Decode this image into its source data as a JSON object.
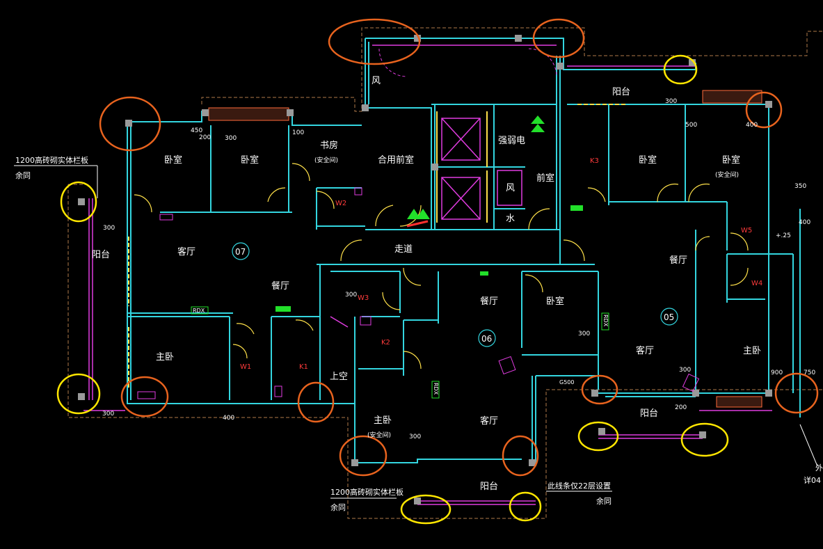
{
  "rooms": {
    "bedroom": "卧室",
    "study": "书房",
    "study_safe": "(安全间)",
    "shared_hall": "合用前室",
    "weak_elec": "强弱电",
    "front_room": "前室",
    "wind": "风",
    "water": "水",
    "corridor": "走道",
    "living": "客厅",
    "dining": "餐厅",
    "balcony": "阳台",
    "master": "主卧",
    "master_safe_a": "主卧",
    "master_safe_b": "(安全间)",
    "bedroom_safe_b": "(安全间)",
    "void": "上空"
  },
  "units": [
    "07",
    "06",
    "05"
  ],
  "marks": {
    "w1": "W1",
    "w2": "W2",
    "w3": "W3",
    "w4": "W4",
    "w5": "W5",
    "k1": "K1",
    "k2": "K2",
    "k3": "K3"
  },
  "dims": {
    "d300": "300",
    "d200": "200",
    "d100": "100",
    "d400": "400",
    "d500": "500",
    "d900": "900",
    "d750": "750",
    "d350": "350",
    "d450": "450",
    "d125": "+.25"
  },
  "tags": {
    "rdx": "RDX",
    "g_label": "G500"
  },
  "notes": {
    "rail_left_1": "1200高砖砌实体栏板",
    "rail_left_2": "余同",
    "rail_bottom_1": "1200高砖砌实体栏板",
    "rail_bottom_2": "余同",
    "floor_note_1": "此线条仅22层设置",
    "floor_note_2": "余同",
    "right_edge_1": "外",
    "right_edge_2": "详04"
  },
  "colors": {
    "wall": "#33d6e0",
    "magenta": "#e03ce0",
    "yellow": "#ffe14a",
    "orange_mark": "#e8631e",
    "yellow_mark": "#ffe600",
    "green": "#22e02a",
    "red": "#ff3030",
    "dash": "#b07a4a"
  }
}
